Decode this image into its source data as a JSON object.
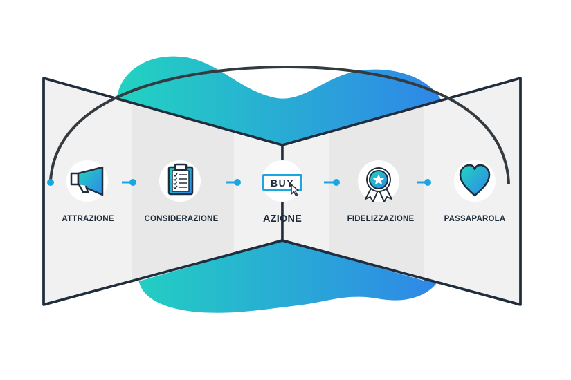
{
  "diagram": {
    "steps": [
      {
        "id": "attrazione",
        "label": "ATTRAZIONE",
        "icon": "megaphone-icon"
      },
      {
        "id": "considerazione",
        "label": "CONSIDERAZIONE",
        "icon": "clipboard-icon"
      },
      {
        "id": "azione",
        "label": "AZIONE",
        "icon": "buy-button-icon",
        "badge": "BUY"
      },
      {
        "id": "fidelizzazione",
        "label": "FIDELIZZAZIONE",
        "icon": "award-ribbon-icon"
      },
      {
        "id": "passaparola",
        "label": "PASSAPAROLA",
        "icon": "heart-icon"
      }
    ],
    "colors": {
      "outline": "#1f2d3d",
      "panel": "#f1f1f1",
      "gradient_start": "#22d3c0",
      "gradient_end": "#2f86e8",
      "connector": "#1aa6e0"
    }
  }
}
